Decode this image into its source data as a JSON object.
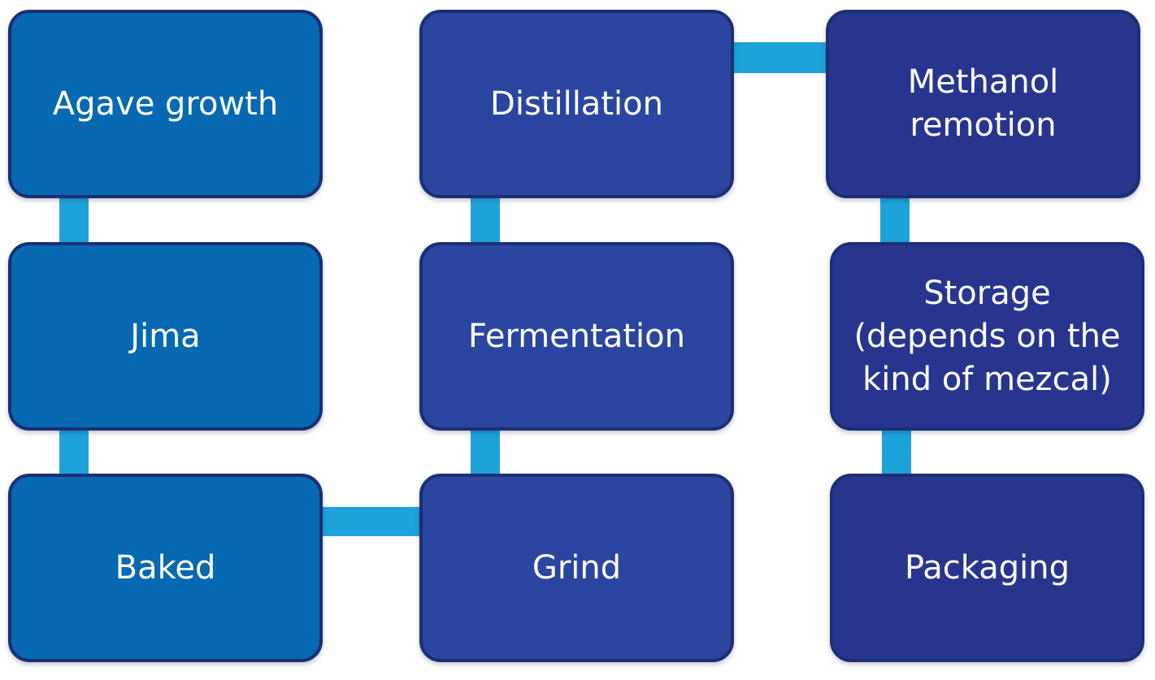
{
  "diagram": {
    "nodes": {
      "agave_growth": {
        "lines": [
          "Agave growth"
        ]
      },
      "jima": {
        "lines": [
          "Jima"
        ]
      },
      "baked": {
        "lines": [
          "Baked"
        ]
      },
      "grind": {
        "lines": [
          "Grind"
        ]
      },
      "fermentation": {
        "lines": [
          "Fermentation"
        ]
      },
      "distillation": {
        "lines": [
          "Distillation"
        ]
      },
      "methanol_remotion": {
        "lines": [
          "Methanol",
          "remotion"
        ]
      },
      "storage": {
        "lines": [
          "Storage",
          "(depends on the",
          "kind of mezcal)"
        ]
      },
      "packaging": {
        "lines": [
          "Packaging"
        ]
      }
    },
    "edges": [
      [
        "agave_growth",
        "jima"
      ],
      [
        "jima",
        "baked"
      ],
      [
        "baked",
        "grind"
      ],
      [
        "grind",
        "fermentation"
      ],
      [
        "fermentation",
        "distillation"
      ],
      [
        "distillation",
        "methanol_remotion"
      ],
      [
        "methanol_remotion",
        "storage"
      ],
      [
        "storage",
        "packaging"
      ]
    ],
    "colors": {
      "column1_fill": "#0669b2",
      "column2_fill": "#2b46a0",
      "column3_fill": "#28358f",
      "border": "#1c2f74",
      "connector": "#1ea2da",
      "text": "#ffffff"
    }
  }
}
